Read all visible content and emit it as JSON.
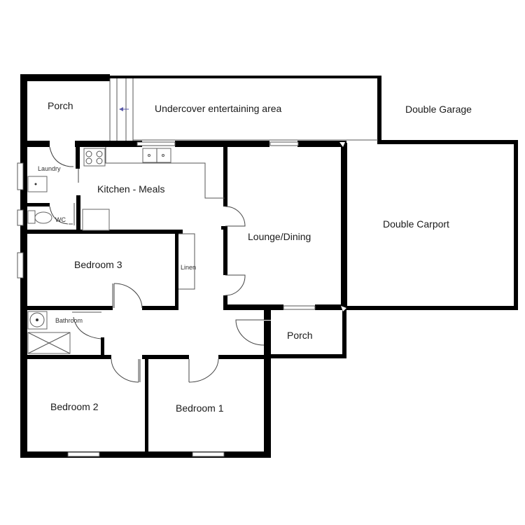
{
  "plan": {
    "type": "house floor plan",
    "rooms": [
      {
        "id": "porch-north",
        "label": "Porch"
      },
      {
        "id": "entertaining",
        "label": "Undercover entertaining area"
      },
      {
        "id": "double-garage",
        "label": "Double Garage"
      },
      {
        "id": "laundry",
        "label": "Laundry"
      },
      {
        "id": "kitchen",
        "label": "Kitchen - Meals"
      },
      {
        "id": "wc",
        "label": "WC"
      },
      {
        "id": "lounge",
        "label": "Lounge/Dining"
      },
      {
        "id": "carport",
        "label": "Double Carport"
      },
      {
        "id": "bedroom3",
        "label": "Bedroom 3"
      },
      {
        "id": "linen",
        "label": "Linen"
      },
      {
        "id": "bathroom",
        "label": "Bathroom"
      },
      {
        "id": "porch-south",
        "label": "Porch"
      },
      {
        "id": "bedroom2",
        "label": "Bedroom 2"
      },
      {
        "id": "bedroom1",
        "label": "Bedroom 1"
      }
    ],
    "colors": {
      "wall": "#000000",
      "fixture": "#555555",
      "background": "#ffffff",
      "arrow": "#5a5aa8"
    }
  }
}
